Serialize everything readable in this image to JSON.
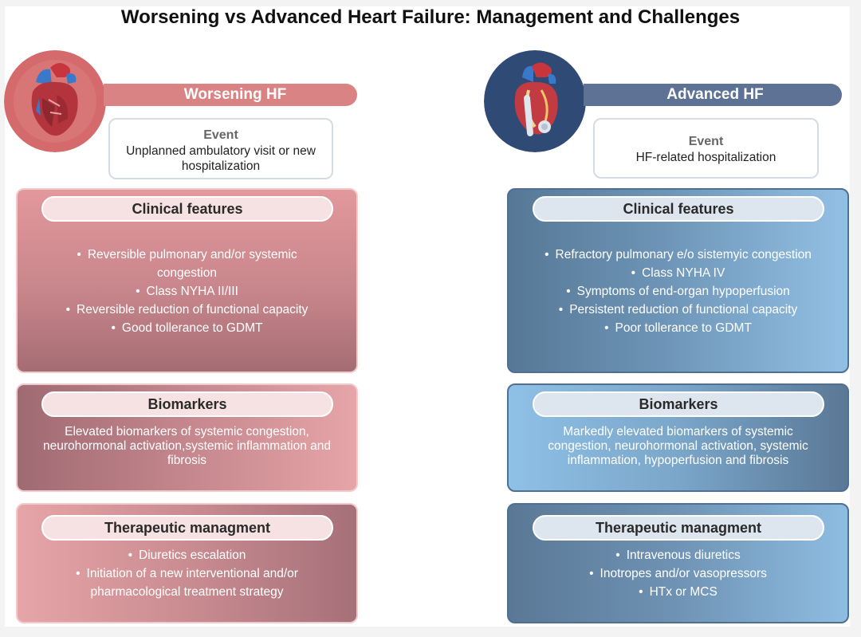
{
  "title": "Worsening vs Advanced Heart Failure: Management and Challenges",
  "worsening": {
    "label": "Worsening HF",
    "event_title": "Event",
    "event_text": "Unplanned ambulatory visit or new hospitalization",
    "clinical_title": "Clinical features",
    "clinical_items": [
      "Reversible pulmonary and/or systemic congestion",
      "Class NYHA II/III",
      "Reversible reduction of functional capacity",
      "Good tollerance to GDMT"
    ],
    "biomarkers_title": "Biomarkers",
    "biomarkers_text": "Elevated biomarkers of systemic congestion, neurohormonal activation,systemic inflammation and fibrosis",
    "therapy_title": "Therapeutic managment",
    "therapy_items": [
      "Diuretics escalation",
      "Initiation of a new interventional and/or pharmacological treatment strategy"
    ]
  },
  "advanced": {
    "label": "Advanced HF",
    "event_title": "Event",
    "event_text": "HF-related hospitalization",
    "clinical_title": "Clinical features",
    "clinical_items": [
      "Refractory pulmonary e/o sistemyic congestion",
      "Class NYHA IV",
      "Symptoms of end-organ hypoperfusion",
      "Persistent reduction of functional capacity",
      "Poor tollerance to GDMT"
    ],
    "biomarkers_title": "Biomarkers",
    "biomarkers_text": "Markedly elevated biomarkers of systemic congestion, neurohormonal activation, systemic inflammation, hypoperfusion and fibrosis",
    "therapy_title": "Therapeutic managment",
    "therapy_items": [
      "Intravenous diuretics",
      "Inotropes and/or vasopressors",
      "HTx or MCS"
    ]
  },
  "icons": [
    "heart-anatomy-icon",
    "heart-lvad-icon"
  ],
  "colors": {
    "worsening_accent": "#d98385",
    "advanced_accent": "#5d7294",
    "worsening_card_light": "#e3a2a6",
    "worsening_card_dark": "#a86d74",
    "advanced_card_light": "#8fbde3",
    "advanced_card_dark": "#5a7896"
  }
}
